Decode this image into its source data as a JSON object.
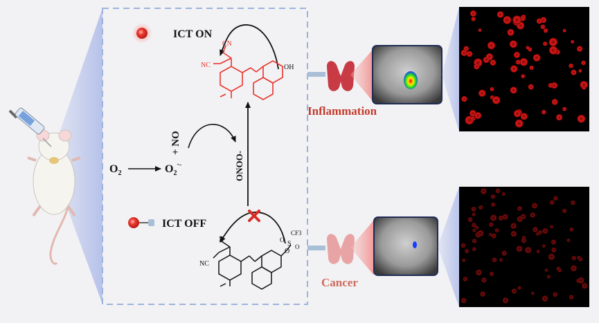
{
  "labels": {
    "ict_on": "ICT ON",
    "ict_off": "ICT OFF",
    "o2": "O",
    "o2_sub": "2",
    "superoxide": "O",
    "superoxide_sub": "2",
    "superoxide_sup": "·-",
    "plus_no": "+ NO",
    "peroxynitrite": "ONOO-",
    "inflammation": "Inflammation",
    "cancer": "Cancer",
    "cn1": "CN",
    "nc1": "NC",
    "oh": "OH",
    "cn2": "N",
    "nc2": "NC",
    "o_link": "O",
    "so2cf3": "CF3",
    "s": "S",
    "o_a": "O",
    "o_b": "O"
  },
  "colors": {
    "dashed_box": "#9db2dc",
    "red_probe": "#e8352c",
    "blocked_x": "#d62d24",
    "inflammation_text": "#c23b2e",
    "cancer_text": "#d06a5c",
    "thyroid_inflamed": "#c83a44",
    "thyroid_cancer": "#e8a4a4"
  },
  "icons": [
    "syringe-icon",
    "mouse-icon",
    "thyroid-inflamed-icon",
    "thyroid-cancer-icon",
    "red-dot-icon",
    "probe-off-icon",
    "blocked-x-icon"
  ]
}
